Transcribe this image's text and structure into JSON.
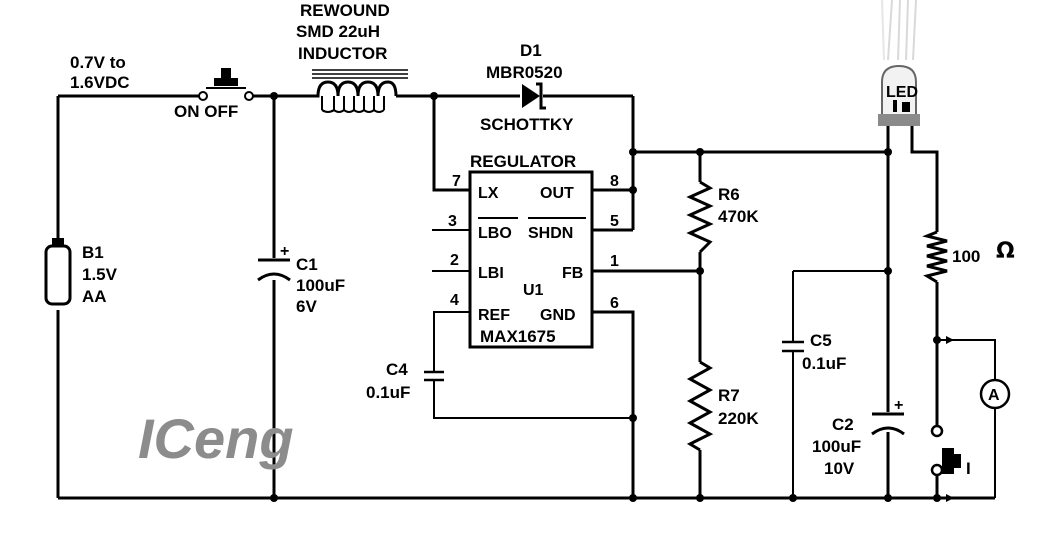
{
  "labels": {
    "input_voltage_l1": "0.7V to",
    "input_voltage_l2": "1.6VDC",
    "switch": "ON OFF",
    "inductor_l1": "REWOUND",
    "inductor_l2": "SMD 22uH",
    "inductor_l3": "INDUCTOR",
    "diode_ref": "D1",
    "diode_part": "MBR0520",
    "diode_type": "SCHOTTKY",
    "regulator": "REGULATOR",
    "battery_ref": "B1",
    "battery_v": "1.5V",
    "battery_type": "AA",
    "c1_ref": "C1",
    "c1_val": "100uF",
    "c1_v": "6V",
    "c4_ref": "C4",
    "c4_val": "0.1uF",
    "r6_ref": "R6",
    "r6_val": "470K",
    "r7_ref": "R7",
    "r7_val": "220K",
    "c5_ref": "C5",
    "c5_val": "0.1uF",
    "c2_ref": "C2",
    "c2_val": "100uF",
    "c2_v": "10V",
    "r_led": "100",
    "ohm": "Ω",
    "led": "LED",
    "ammeter": "A",
    "current": "I",
    "watermark": "ICeng"
  },
  "ic": {
    "ref": "U1",
    "part": "MAX1675",
    "pins": {
      "lx": "LX",
      "lbo": "LBO",
      "lbi": "LBI",
      "ref": "REF",
      "out": "OUT",
      "shdn": "SHDN",
      "fb": "FB",
      "gnd": "GND"
    },
    "pin_numbers": {
      "lx": "7",
      "lbo": "3",
      "lbi": "2",
      "ref": "4",
      "out": "8",
      "shdn": "5",
      "fb": "1",
      "gnd": "6"
    }
  }
}
